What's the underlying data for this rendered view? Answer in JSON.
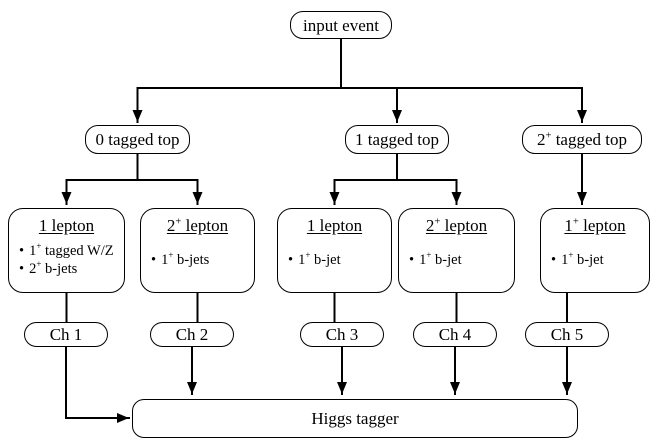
{
  "glyphs": {
    "bullet": "•"
  },
  "colors": {
    "ink": "#000000",
    "background": "#ffffff"
  },
  "root": {
    "label": "input event"
  },
  "level1": [
    {
      "pre": "0",
      "sup": "",
      "post": " tagged top"
    },
    {
      "pre": "1",
      "sup": "",
      "post": " tagged top"
    },
    {
      "pre": "2",
      "sup": "+",
      "post": " tagged top"
    }
  ],
  "level2": [
    {
      "title": {
        "pre": "1",
        "sup": "",
        "post": " lepton"
      },
      "bullets": [
        {
          "pre": "1",
          "sup": "+",
          "post": " tagged W/Z"
        },
        {
          "pre": "2",
          "sup": "+",
          "post": " b-jets"
        }
      ]
    },
    {
      "title": {
        "pre": "2",
        "sup": "+",
        "post": " lepton"
      },
      "bullets": [
        {
          "pre": "1",
          "sup": "+",
          "post": " b-jets"
        }
      ]
    },
    {
      "title": {
        "pre": "1",
        "sup": "",
        "post": " lepton"
      },
      "bullets": [
        {
          "pre": "1",
          "sup": "+",
          "post": " b-jet"
        }
      ]
    },
    {
      "title": {
        "pre": "2",
        "sup": "+",
        "post": " lepton"
      },
      "bullets": [
        {
          "pre": "1",
          "sup": "+",
          "post": " b-jet"
        }
      ]
    },
    {
      "title": {
        "pre": "1",
        "sup": "+",
        "post": " lepton"
      },
      "bullets": [
        {
          "pre": "1",
          "sup": "+",
          "post": " b-jet"
        }
      ]
    }
  ],
  "channels": [
    {
      "label": "Ch 1"
    },
    {
      "label": "Ch 2"
    },
    {
      "label": "Ch 3"
    },
    {
      "label": "Ch 4"
    },
    {
      "label": "Ch 5"
    }
  ],
  "output": {
    "label": "Higgs tagger"
  }
}
